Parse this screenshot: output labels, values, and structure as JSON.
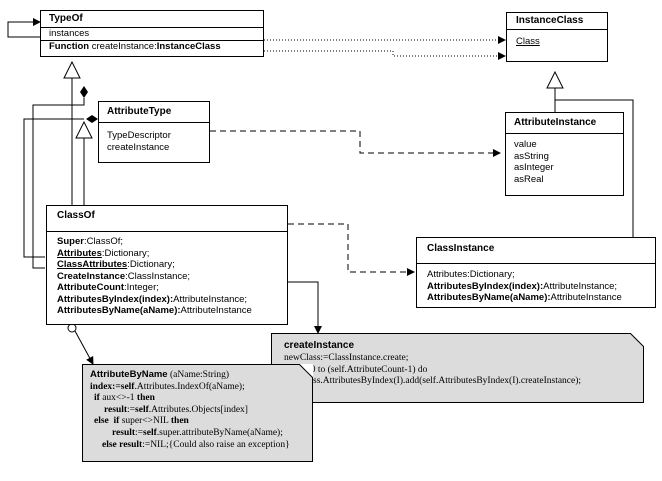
{
  "typeof": {
    "title": "TypeOf",
    "attr": "instances",
    "op_keyword": "Function",
    "op_rest": " createInstance:",
    "op_type": "InstanceClass"
  },
  "instanceclass": {
    "title": "InstanceClass",
    "attr": "Class"
  },
  "attributetype": {
    "title": "AttributeType",
    "items": [
      "TypeDescriptor",
      "createInstance"
    ]
  },
  "attributeinstance": {
    "title": "AttributeInstance",
    "items": [
      "value",
      "asString",
      "asInteger",
      "asReal"
    ]
  },
  "classof": {
    "title": "ClassOf",
    "rows": [
      {
        "name": "Super",
        "rest": ":ClassOf;"
      },
      {
        "name": "Attributes",
        "rest": ":Dictionary;"
      },
      {
        "name": "ClassAttributes",
        "rest": ":Dictionary;"
      },
      {
        "name": "CreateInstance",
        "rest": ":ClassInstance;"
      },
      {
        "name": "AttributeCount",
        "rest": ":Integer;"
      },
      {
        "name": "AttributesByIndex(index):",
        "rest": "AttributeInstance;"
      },
      {
        "name": "AttributesByName(aName):",
        "rest": "AttributeInstance"
      }
    ]
  },
  "classinstance": {
    "title": "ClassInstance",
    "attr": "Attributes:Dictionary;",
    "rows": [
      {
        "name": "AttributesByIndex(index):",
        "rest": "AttributeInstance;"
      },
      {
        "name": "AttributesByName(aName):",
        "rest": "AttributeInstance"
      }
    ]
  },
  "note_createinstance": {
    "title": "createInstance",
    "lines": [
      "newClass:=ClassInstance.create;",
      "For I:=0 to (self.AttributeCount-1) do",
      "newClass.AttributesByIndex(I).add(self.AttributesByIndex(I).createInstance);"
    ]
  },
  "note_attributebyname": {
    "title": "AttributeByName",
    "title_rest": " (aName:String)",
    "l1_kw": "index:=self",
    "l1_rest": ".Attributes.IndexOf(aName);",
    "l2_kw": "if",
    "l2_mid": " aux<>-1 ",
    "l2_kw2": "then",
    "l3_kw": "result",
    "l3_mid": ":=",
    "l3_kw2": "self",
    "l3_rest": ".Attributes.Objects[index]",
    "l4_kw": "else",
    "l4_kw2": "if",
    "l4_mid": "super<>NIL ",
    "l4_kw3": "then",
    "l5_kw": "result",
    "l5_mid": ":=",
    "l5_kw2": "self",
    "l5_rest": ".super.attributeByName(aName);",
    "l6_kw": "else",
    "l6_kw2": "result",
    "l6_rest": ":=NIL;{Could also raise an exception}"
  }
}
